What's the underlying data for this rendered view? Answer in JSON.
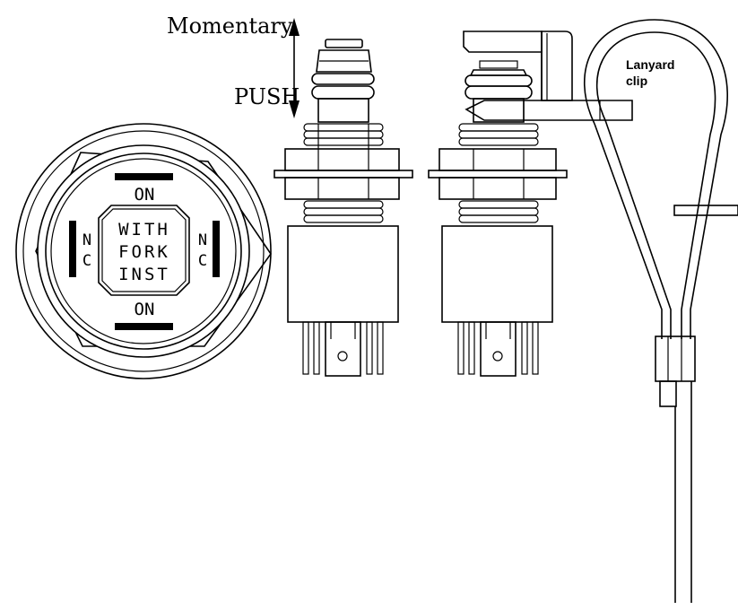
{
  "labels": {
    "momentary": "Momentary",
    "push": "PUSH",
    "lanyard_line1": "Lanyard",
    "lanyard_line2": "clip"
  },
  "face": {
    "on_top": "ON",
    "on_bottom": "ON",
    "center_line1": "WITH",
    "center_line2": "FORK",
    "center_line3": "INST",
    "left_n": "N",
    "left_c": "C",
    "right_n": "N",
    "right_c": "C"
  }
}
